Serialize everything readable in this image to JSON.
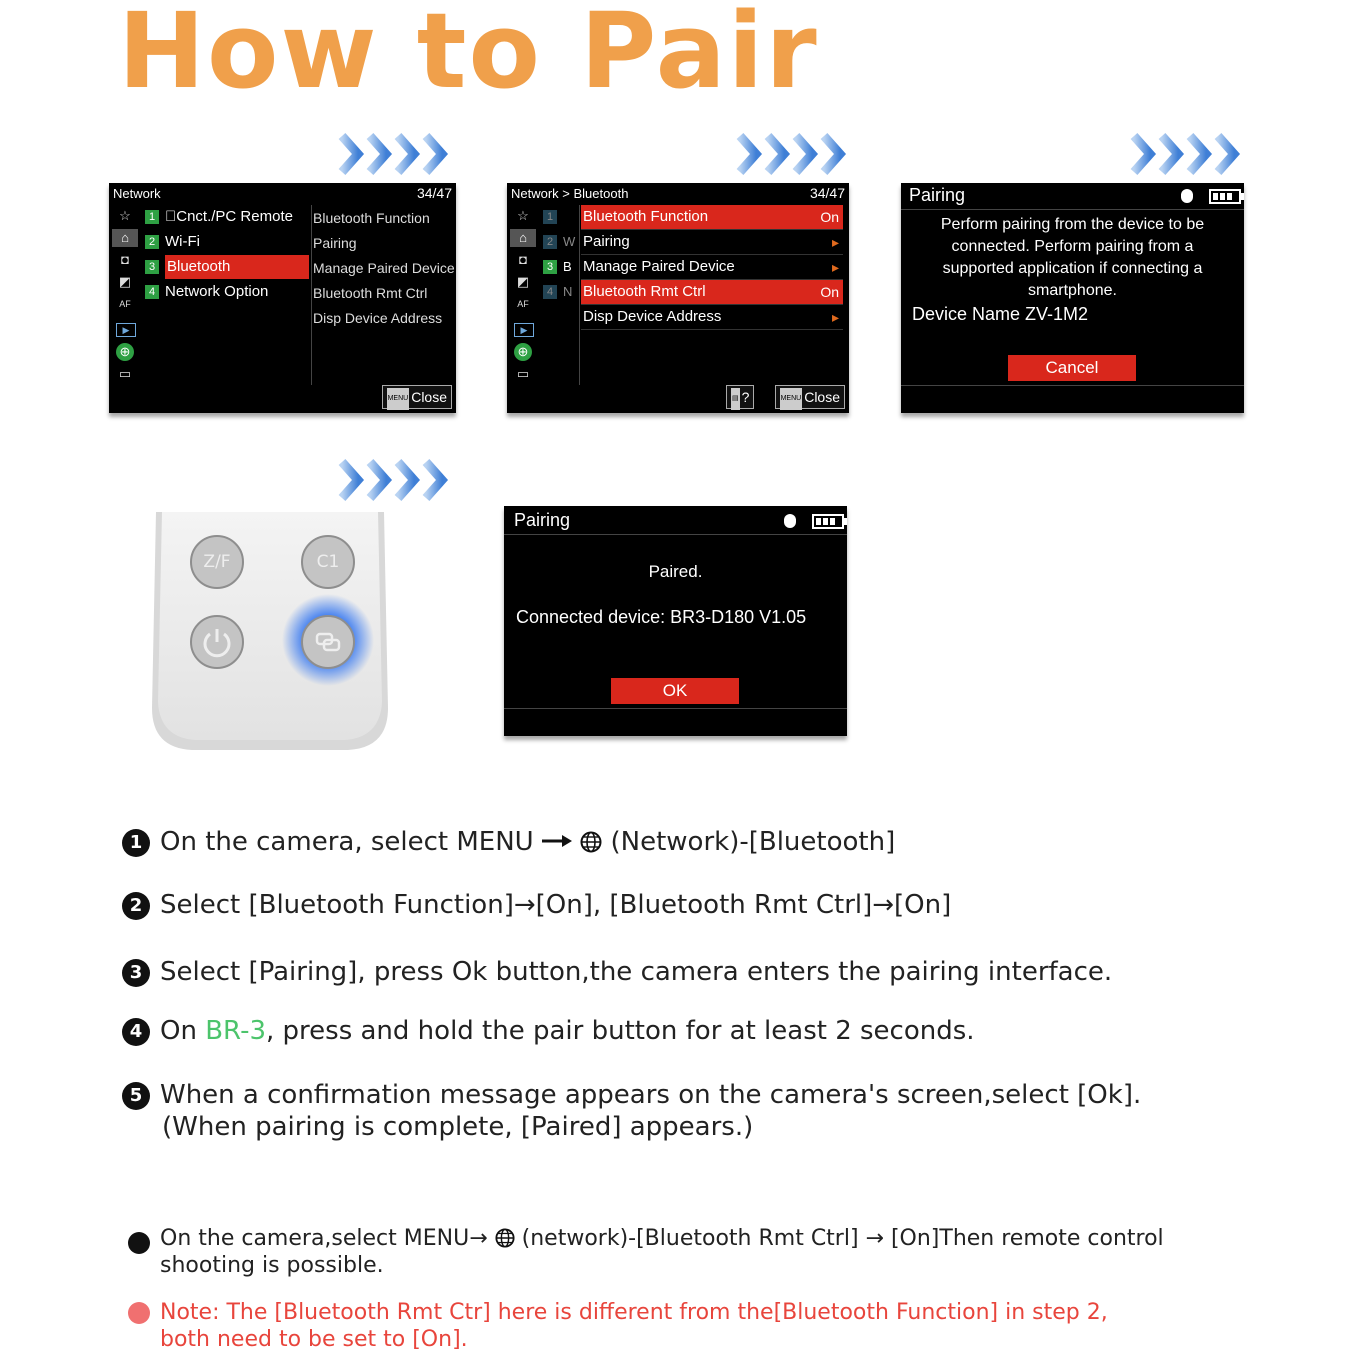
{
  "title": "How to Pair",
  "screen1": {
    "header_left": "Network",
    "header_right": "34/47",
    "items": [
      {
        "num": "1",
        "label": "\u0000Cnct./PC Remote"
      },
      {
        "num": "2",
        "label": "Wi-Fi"
      },
      {
        "num": "3",
        "label": "Bluetooth"
      },
      {
        "num": "4",
        "label": "Network Option"
      }
    ],
    "sub_items": [
      "Bluetooth Function",
      "Pairing",
      "Manage Paired Device",
      "Bluetooth Rmt Ctrl",
      "Disp Device Address"
    ],
    "close_label": "Close",
    "menu_badge": "MENU"
  },
  "screen2": {
    "header_left": "Network > Bluetooth",
    "header_right": "34/47",
    "left_nums": [
      "1",
      "2",
      "3",
      "4"
    ],
    "left_letters": [
      "",
      "W",
      "B",
      "N"
    ],
    "rows": [
      {
        "label": "Bluetooth Function",
        "value": "On",
        "selected": true
      },
      {
        "label": "Pairing",
        "value": "▸",
        "selected": false
      },
      {
        "label": "Manage Paired Device",
        "value": "▸",
        "selected": false
      },
      {
        "label": "Bluetooth Rmt Ctrl",
        "value": "On",
        "selected": true
      },
      {
        "label": "Disp Device Address",
        "value": "▸",
        "selected": false
      }
    ],
    "help_label": "?",
    "close_label": "Close",
    "menu_badge": "MENU"
  },
  "screen3": {
    "title": "Pairing",
    "message": [
      "Perform pairing from the device to be",
      "connected. Perform pairing from a",
      "supported application if connecting a",
      "smartphone."
    ],
    "device_name": "Device Name ZV-1M2",
    "cancel_label": "Cancel"
  },
  "screen4": {
    "title": "Pairing",
    "status": "Paired.",
    "connected": "Connected device: BR3-D180 V1.05",
    "ok_label": "OK"
  },
  "remote": {
    "buttons": [
      "Z/F",
      "C1"
    ]
  },
  "steps": [
    {
      "badge": "1",
      "before": "On the camera, select MENU",
      "after": "(Network)-[Bluetooth]"
    },
    {
      "badge": "2",
      "text": "Select [Bluetooth Function]→[On], [Bluetooth Rmt Ctrl]→[On]"
    },
    {
      "badge": "3",
      "text": "Select [Pairing], press Ok button,the camera enters the pairing interface."
    },
    {
      "badge": "4",
      "before": "On ",
      "highlight": "BR-3",
      "after": ", press and hold the pair button for at least 2 seconds."
    },
    {
      "badge": "5",
      "line1": "When a confirmation message appears on the camera's screen,select [Ok].",
      "line2": "(When pairing is complete, [Paired] appears.)"
    }
  ],
  "notes": [
    {
      "line1_before": "On the camera,select MENU→",
      "line1_after": "(network)-[Bluetooth Rmt Ctrl] → [On]Then remote control",
      "line2": "shooting is possible.",
      "dot_color": "#111111"
    },
    {
      "line1": "Note: The [Bluetooth Rmt Ctr] here is different from the[Bluetooth Function] in step 2,",
      "line2": "both need to be set to [On].",
      "color": "#e8453c",
      "dot_color": "#f07070"
    }
  ],
  "colors": {
    "title": "#F0A04B",
    "highlight": "#4cc46b",
    "camera_red": "#d9271c",
    "arrow_blue": "#4a86d8"
  }
}
